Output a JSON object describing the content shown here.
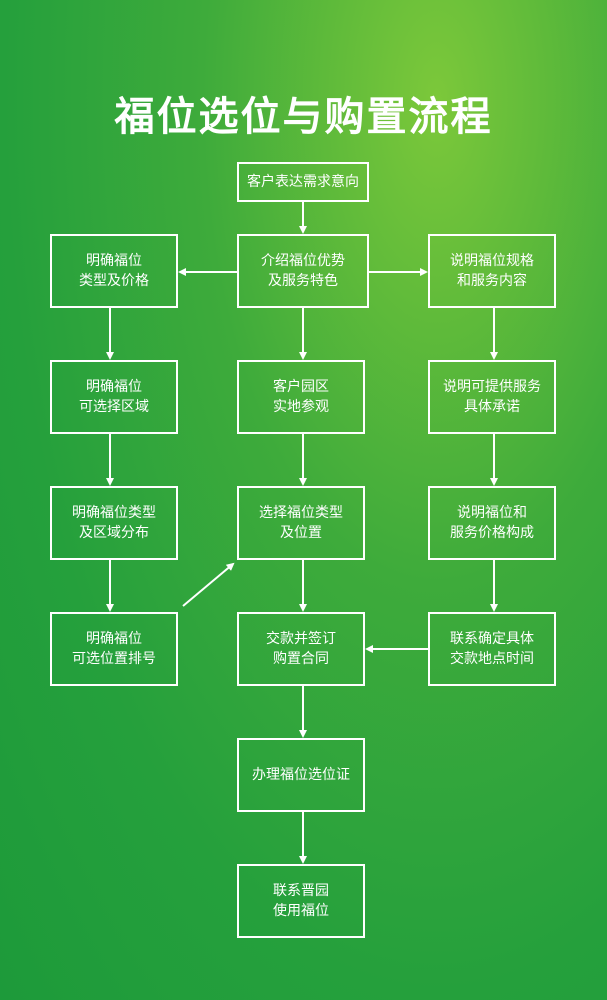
{
  "title": "福位选位与购置流程",
  "steps": {
    "request": "客户表达需求意向",
    "introduce": "介绍福位优势\n及服务特色",
    "left_type_price": "明确福位\n类型及价格",
    "right_spec": "说明福位规格\n和服务内容",
    "left_area": "明确福位\n可选择区域",
    "visit": "客户园区\n实地参观",
    "right_commit": "说明可提供服务\n具体承诺",
    "left_distribution": "明确福位类型\n及区域分布",
    "select": "选择福位类型\n及位置",
    "right_price": "说明福位和\n服务价格构成",
    "left_rank": "明确福位\n可选位置排号",
    "sign": "交款并签订\n购置合同",
    "right_contact": "联系确定具体\n交款地点时间",
    "certificate": "办理福位选位证",
    "use": "联系晋园\n使用福位"
  }
}
